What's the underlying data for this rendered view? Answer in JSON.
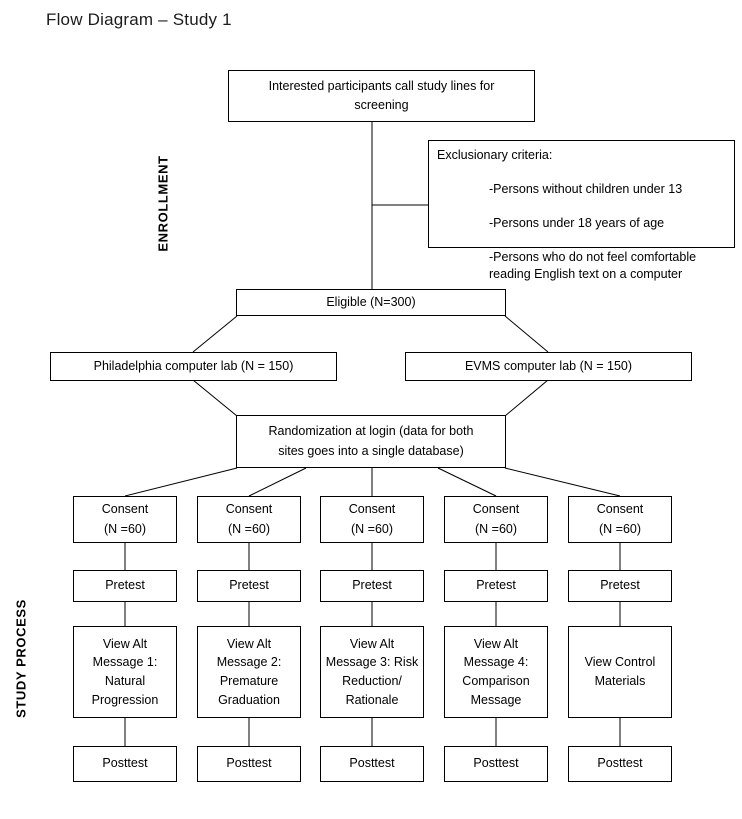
{
  "page": {
    "title": "Flow Diagram – Study 1"
  },
  "colors": {
    "line": "#000000",
    "box_border": "#000000",
    "background": "#ffffff",
    "text": "#000000"
  },
  "section_labels": {
    "enrollment": "ENROLLMENT",
    "study_process": "STUDY PROCESS"
  },
  "nodes": {
    "screening": "Interested participants call study lines for\nscreening",
    "exclusion": {
      "heading": "Exclusionary criteria:",
      "items": [
        "-Persons without children under 13",
        "-Persons under 18 years of age",
        "-Persons who do not feel comfortable reading English text on a computer"
      ]
    },
    "eligible": "Eligible (N=300)",
    "site_left": "Philadelphia computer lab (N = 150)",
    "site_right": "EVMS computer lab (N = 150)",
    "randomization": "Randomization at login (data for both\nsites goes into a single database)",
    "columns": [
      {
        "consent": "Consent\n(N =60)",
        "pretest": "Pretest",
        "intervention": "View Alt\nMessage 1:\nNatural\nProgression",
        "posttest": "Posttest"
      },
      {
        "consent": "Consent\n(N =60)",
        "pretest": "Pretest",
        "intervention": "View Alt\nMessage 2:\nPremature\nGraduation",
        "posttest": "Posttest"
      },
      {
        "consent": "Consent\n(N =60)",
        "pretest": "Pretest",
        "intervention": "View Alt\nMessage 3: Risk\nReduction/\nRationale",
        "posttest": "Posttest"
      },
      {
        "consent": "Consent\n(N =60)",
        "pretest": "Pretest",
        "intervention": "View Alt\nMessage 4:\nComparison\nMessage",
        "posttest": "Posttest"
      },
      {
        "consent": "Consent\n(N =60)",
        "pretest": "Pretest",
        "intervention": "View Control\nMaterials",
        "posttest": "Posttest"
      }
    ]
  }
}
